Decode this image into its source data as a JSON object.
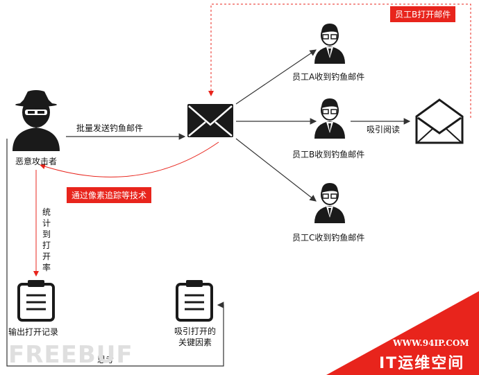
{
  "nodes": {
    "attacker": "恶意攻击者",
    "employee_a": "员工A收到钓鱼邮件",
    "employee_b": "员工B收到钓鱼邮件",
    "employee_c": "员工C收到钓鱼邮件",
    "record": "输出打开记录",
    "key_factors": [
      "吸引打开的",
      "关键因素"
    ]
  },
  "edges": {
    "batch_send": "批量发送钓鱼邮件",
    "attract_read": "吸引阅读",
    "stats": "统计到打开率",
    "think": "思考"
  },
  "tags": {
    "employee_b_open": "员工B打开邮件",
    "pixel_tracking": "通过像素追踪等技术"
  },
  "watermark": {
    "freebuf": "FREEBUF",
    "site": "WWW.94IP.COM",
    "brand": "IT运维空间"
  },
  "colors": {
    "accent_red": "#e8241c",
    "line": "#333333",
    "icon_dark": "#1a1a1a"
  }
}
